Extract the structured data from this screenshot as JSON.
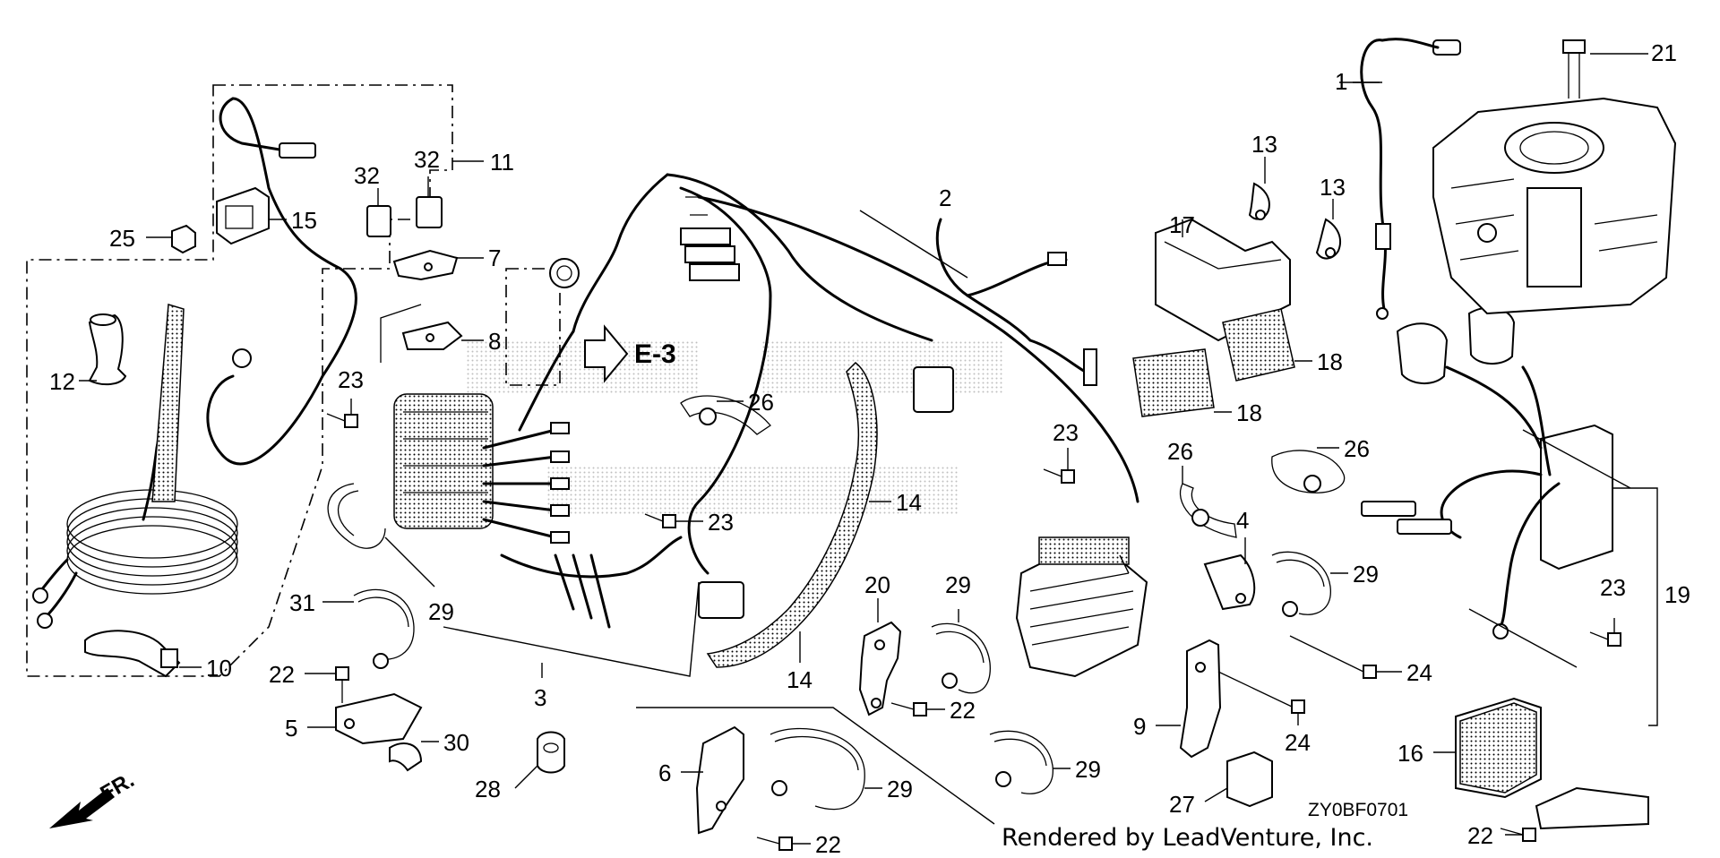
{
  "callouts": {
    "c1": "1",
    "c2": "2",
    "c3": "3",
    "c4": "4",
    "c5": "5",
    "c6": "6",
    "c7": "7",
    "c8": "8",
    "c9": "9",
    "c10": "10",
    "c11": "11",
    "c12": "12",
    "c13a": "13",
    "c13b": "13",
    "c14a": "14",
    "c14b": "14",
    "c15": "15",
    "c16": "16",
    "c17": "17",
    "c18a": "18",
    "c18b": "18",
    "c19": "19",
    "c20": "20",
    "c21": "21",
    "c22a": "22",
    "c22b": "22",
    "c22c": "22",
    "c22d": "22",
    "c23a": "23",
    "c23b": "23",
    "c23c": "23",
    "c23d": "23",
    "c24a": "24",
    "c24b": "24",
    "c25": "25",
    "c26a": "26",
    "c26b": "26",
    "c26c": "26",
    "c27": "27",
    "c28": "28",
    "c29a": "29",
    "c29b": "29",
    "c29c": "29",
    "c29d": "29",
    "c29e": "29",
    "c30": "30",
    "c31": "31",
    "c32a": "32",
    "c32b": "32"
  },
  "reference": "E-3",
  "front_marker": "FR.",
  "diagram_code": "ZY0BF0701",
  "credit": "Rendered by LeadVenture, Inc."
}
